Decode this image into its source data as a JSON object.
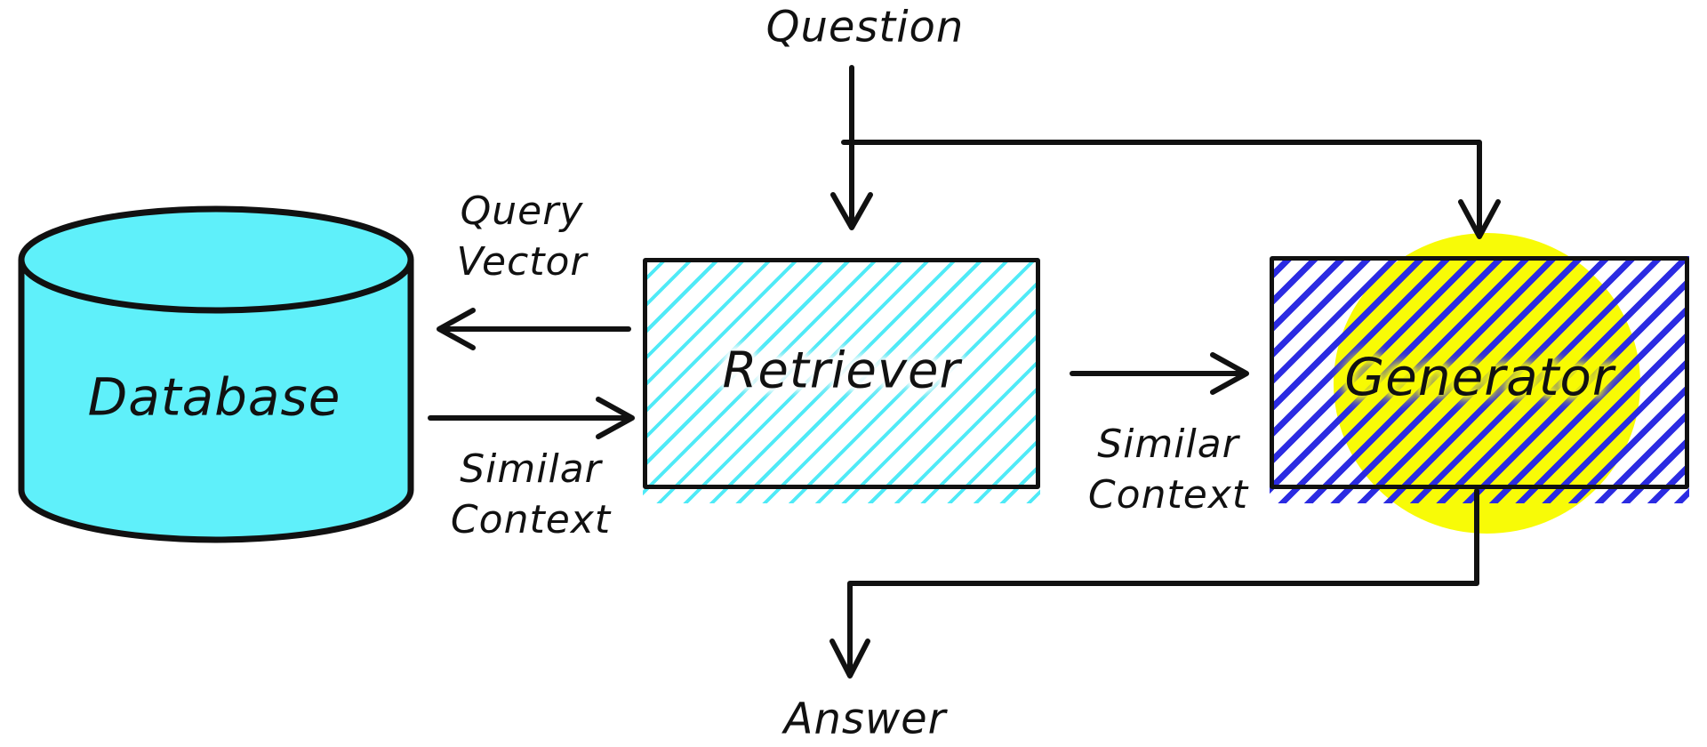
{
  "nodes": {
    "database": {
      "label": "Database"
    },
    "retriever": {
      "label": "Retriever"
    },
    "generator": {
      "label": "Generator"
    }
  },
  "labels": {
    "question": "Question",
    "answer": "Answer",
    "query_vector": {
      "line1": "Query",
      "line2": "Vector"
    },
    "similar_context_left": {
      "line1": "Similar",
      "line2": "Context"
    },
    "similar_context_right": {
      "line1": "Similar",
      "line2": "Context"
    }
  },
  "colors": {
    "background": "#ffffff",
    "ink": "#111111",
    "database_fill": "#5ff0fa",
    "retriever_hatch": "#4feaf7",
    "generator_hatch": "#2b2be2",
    "highlight_yellow": "#f8fb07"
  }
}
